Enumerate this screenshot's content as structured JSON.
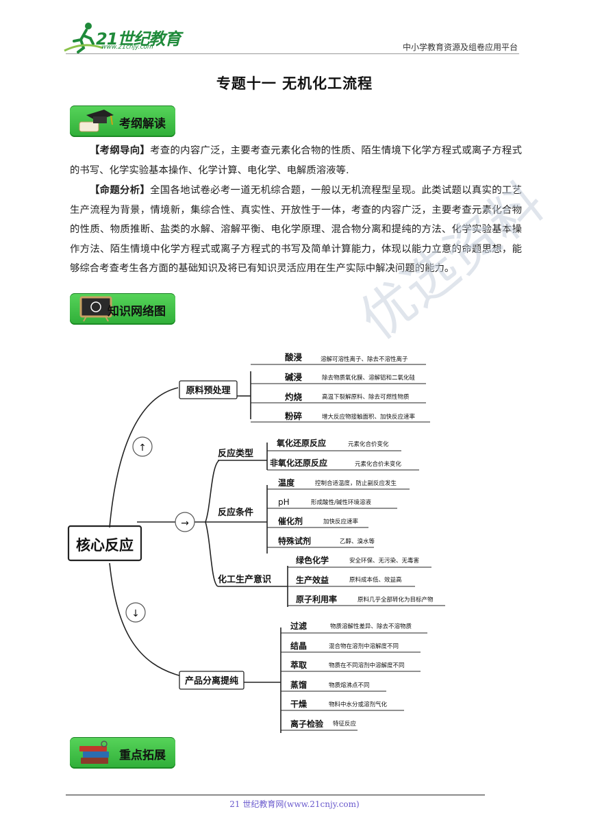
{
  "header": {
    "logo_text": "21世纪教育",
    "logo_url": "www.21cnjy.com",
    "platform": "中小学教育资源及组卷应用平台"
  },
  "title": "专题十一  无机化工流程",
  "banners": {
    "exam": "考纲解读",
    "network": "知识网络图",
    "extend": "重点拓展"
  },
  "para1": {
    "head": "【考纲导向】",
    "body": "考查的内容广泛，主要考查元素化合物的性质、陌生情境下化学方程式或离子方程式的书写、化学实验基本操作、化学计算、电化学、电解质溶液等."
  },
  "para2": {
    "head": "【命题分析】",
    "body": "全国各地试卷必考一道无机综合题，一般以无机流程型呈现。此类试题以真实的工艺生产流程为背景，情境新，集综合性、真实性、开放性于一体，考查的内容广泛，主要考查元素化合物的性质、物质推断、盐类的水解、溶解平衡、电化学原理、混合物分离和提纯的方法、化学实验基本操作方法、陌生情境中化学方程式或离子方程式的书写及简单计算能力，体现以能力立意的命题思想，能够综合考查考生各方面的基础知识及将已有知识灵活应用在生产实际中解决问题的能力。"
  },
  "mindmap": {
    "root": "核心反应",
    "pretreat": {
      "label": "原料预处理",
      "items": [
        {
          "k": "酸浸",
          "v": "溶解可溶性离子、除去不溶性离子"
        },
        {
          "k": "碱浸",
          "v": "除去物质氧化膜、溶解铝和二氧化硅"
        },
        {
          "k": "灼烧",
          "v": "高温下裂解原料、除去可燃性物质"
        },
        {
          "k": "粉碎",
          "v": "增大反应物接触面积、加快反应速率"
        }
      ]
    },
    "rtype": {
      "label": "反应类型",
      "items": [
        {
          "k": "氧化还原反应",
          "v": "元素化合价变化"
        },
        {
          "k": "非氧化还原反应",
          "v": "元素化合价未变化"
        }
      ]
    },
    "rcond": {
      "label": "反应条件",
      "items": [
        {
          "k": "温度",
          "v": "控制合适温度，防止副反应发生"
        },
        {
          "k": "pH",
          "v": "形成酸性/碱性环境溶液"
        },
        {
          "k": "催化剂",
          "v": "加快反应速率"
        },
        {
          "k": "特殊试剂",
          "v": "乙醇、溴水等"
        }
      ]
    },
    "chem": {
      "label": "化工生产意识",
      "items": [
        {
          "k": "绿色化学",
          "v": "安全环保、无污染、无毒害"
        },
        {
          "k": "生产效益",
          "v": "原料成本低、效益高"
        },
        {
          "k": "原子利用率",
          "v": "原料几乎全部转化为目标产物"
        }
      ]
    },
    "sep": {
      "label": "产品分离提纯",
      "items": [
        {
          "k": "过滤",
          "v": "物质溶解性差异、除去不溶物质"
        },
        {
          "k": "结晶",
          "v": "混合物在溶剂中溶解度不同"
        },
        {
          "k": "萃取",
          "v": "物质在不同溶剂中溶解度不同"
        },
        {
          "k": "蒸馏",
          "v": "物质熔沸点不同"
        },
        {
          "k": "干燥",
          "v": "物料中水分或溶剂气化"
        },
        {
          "k": "离子检验",
          "v": "特征反应"
        }
      ]
    },
    "arrows": [
      "↑",
      "→",
      "↓"
    ]
  },
  "watermark": "优选资料",
  "footer": "21 世纪教育网(www.21cnjy.com)"
}
